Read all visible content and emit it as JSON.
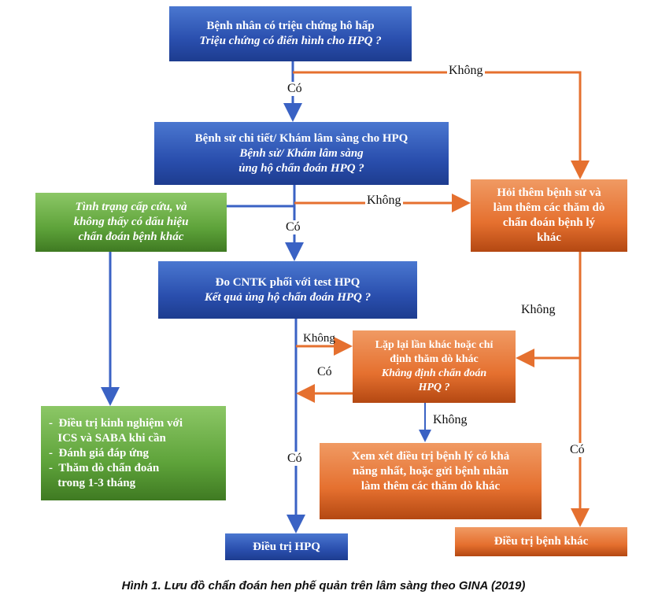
{
  "boxes": {
    "b1": [
      "Bệnh nhân có triệu chứng hô hấp",
      "Triệu chứng có điển hình cho HPQ ?"
    ],
    "b2": [
      "Bệnh sử chi tiết/ Khám lâm sàng cho HPQ",
      "Bệnh sử/ Khám lâm sàng",
      "ủng hộ chẩn đoán HPQ ?"
    ],
    "b3": [
      "Tình trạng cấp cứu, và",
      "không thấy có dấu hiệu",
      "chẩn đoán bệnh khác"
    ],
    "b4": [
      "Hỏi thêm bệnh sử và",
      "làm thêm các thăm dò",
      "chẩn đoán bệnh lý",
      "khác"
    ],
    "b5": [
      "Đo CNTK phối với test HPQ",
      "Kết quả ủng hộ chẩn đoán HPQ ?"
    ],
    "b6": [
      "Lặp lại lần khác hoặc chỉ",
      "định thăm dò khác",
      "Khẳng định chẩn đoán",
      "HPQ ?"
    ],
    "b7": [
      "-  Điều trị kinh nghiệm với",
      "   ICS và SABA khi cần",
      "-  Đánh giá đáp ứng",
      "-  Thăm dò chẩn đoán",
      "   trong 1-3 tháng"
    ],
    "b8": [
      "Xem xét điều trị bệnh lý có khả",
      "năng nhất, hoặc gửi bệnh nhân",
      "làm thêm các thăm dò khác"
    ],
    "b9": [
      "Điều trị HPQ"
    ],
    "b10": [
      "Điều trị bệnh khác"
    ]
  },
  "labels": {
    "yes": "Có",
    "no": "Không"
  },
  "caption": "Hình 1. Lưu đồ chẩn đoán hen phế quản trên lâm sàng theo GINA (2019)"
}
